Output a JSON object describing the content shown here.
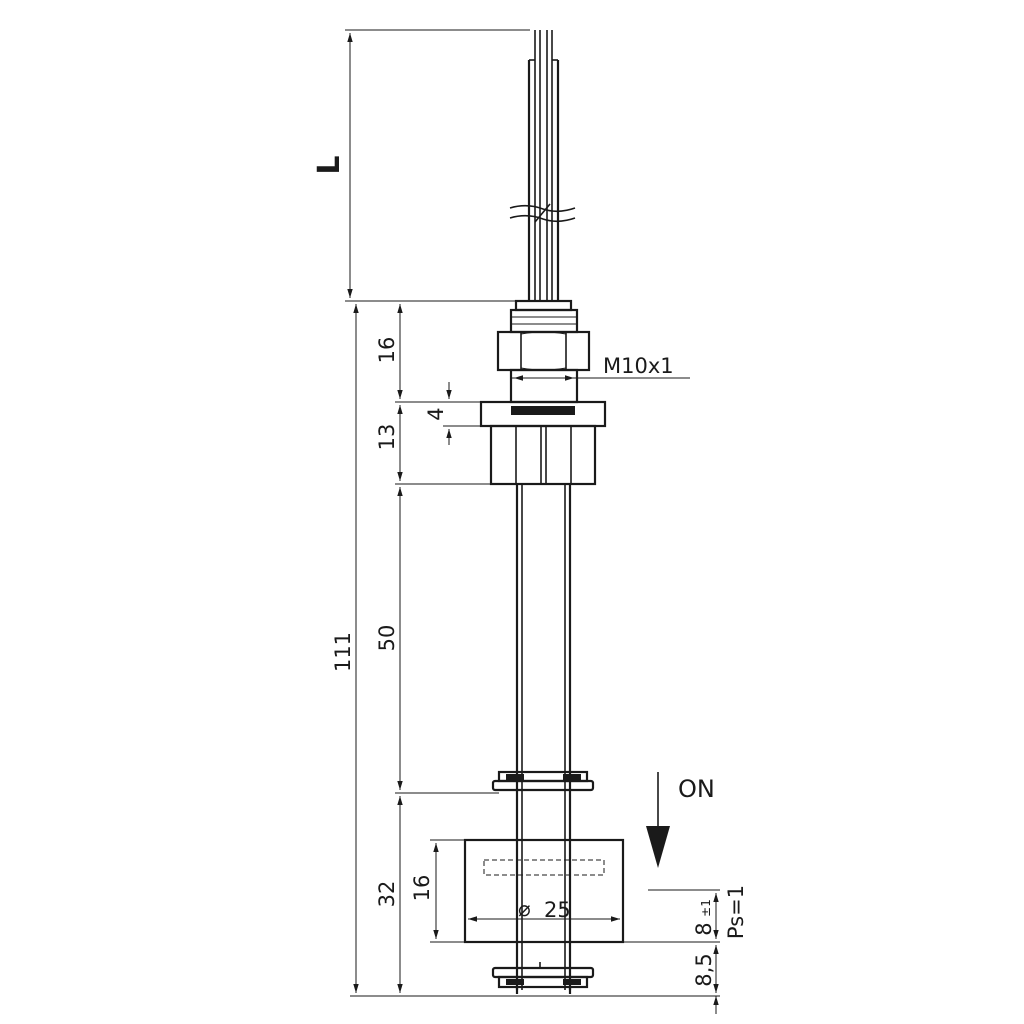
{
  "drawing": {
    "dimensions": {
      "cable_length": "L",
      "total_length": "111",
      "nut_height": "16",
      "thread": "M10x1",
      "flange_height": "13",
      "flange_collar": "4",
      "stem_length": "50",
      "float_section": "32",
      "float_height": "16",
      "float_diameter": "25",
      "switch_point": "8",
      "switch_tolerance": "±1",
      "switch_hysteresis": "Ps=1",
      "end_offset": "8,5"
    },
    "labels": {
      "direction": "ON",
      "diameter_symbol": "⌀"
    }
  }
}
